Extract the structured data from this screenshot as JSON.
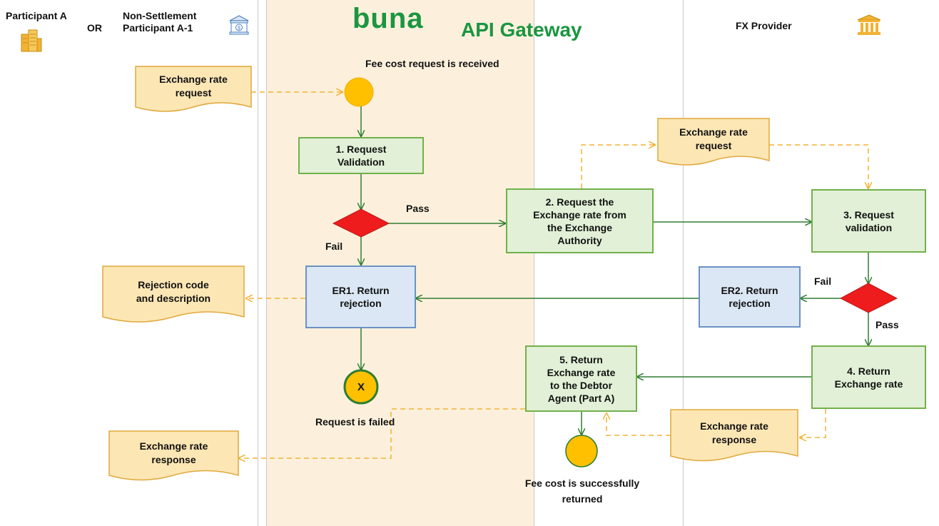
{
  "lanes": {
    "participant_a": "Participant A",
    "or": "OR",
    "non_settlement": "Non-Settlement\nParticipant A-1",
    "logo_text": "buna",
    "gateway": "API Gateway",
    "fx_provider": "FX Provider"
  },
  "events": {
    "start": "Fee cost request is received",
    "failed": "Request is failed",
    "failed_marker": "X",
    "success": "Fee cost is successfully\nreturned"
  },
  "docs": {
    "exchange_request_left": "Exchange rate\nrequest",
    "exchange_request_right": "Exchange rate\nrequest",
    "rejection": "Rejection code\nand description",
    "response_left": "Exchange rate\nresponse",
    "response_right": "Exchange rate\nresponse"
  },
  "tasks": {
    "validation": "1. Request\nValidation",
    "request_authority": "2. Request the\nExchange rate from\nthe Exchange\nAuthority",
    "fx_validation": "3. Request\nvalidation",
    "return_rate": "4. Return\nExchange rate",
    "return_debtor": "5. Return\nExchange rate\nto the Debtor\nAgent (Part A)",
    "er1": "ER1. Return\nrejection",
    "er2": "ER2. Return\nrejection"
  },
  "flow_labels": {
    "pass_1": "Pass",
    "fail_1": "Fail",
    "fail_2": "Fail",
    "pass_2": "Pass"
  },
  "colors": {
    "gateway_lane": "#fcf0dc",
    "task_green": "#e1f0d6",
    "task_blue": "#dbe7f4",
    "doc_fill": "#fce6b4",
    "gateway_red": "#ee1c1c",
    "event_yellow": "#ffc000",
    "flow_green": "#2e7d32",
    "message_orange": "#f2b233",
    "brand_green": "#1a9640"
  }
}
